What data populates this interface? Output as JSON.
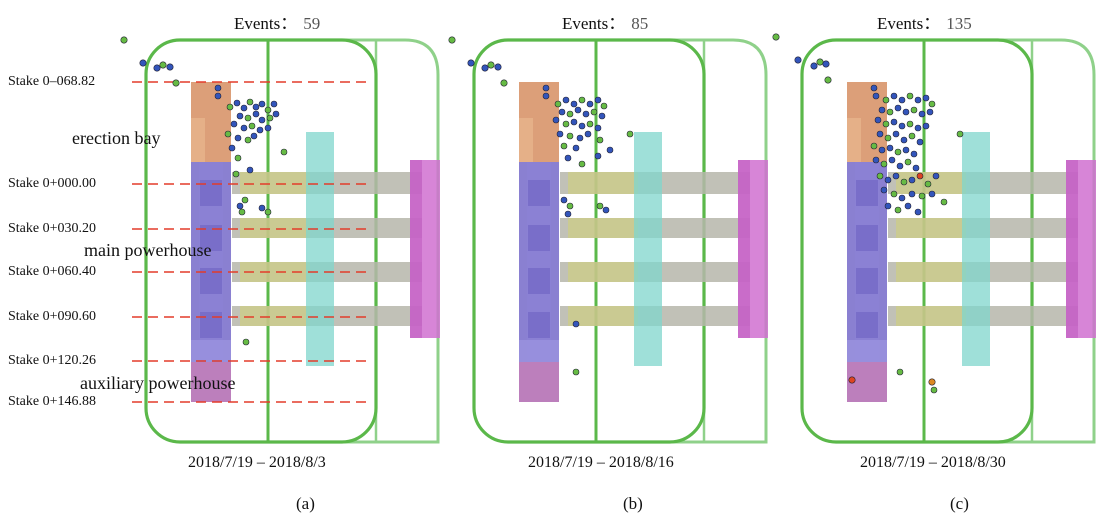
{
  "stakes": [
    "Stake 0–068.82",
    "Stake 0+000.00",
    "Stake 0+030.20",
    "Stake 0+060.40",
    "Stake 0+090.60",
    "Stake 0+120.26",
    "Stake 0+146.88"
  ],
  "zones": {
    "erection_bay": "erection bay",
    "main_powerhouse": "main powerhouse",
    "auxiliary_powerhouse": "auxiliary powerhouse"
  },
  "events_label": "Events：",
  "panels": [
    {
      "caption": "(a)",
      "events": "59",
      "date_range": "2018/7/19 – 2018/8/3"
    },
    {
      "caption": "(b)",
      "events": "85",
      "date_range": "2018/7/19 – 2018/8/16"
    },
    {
      "caption": "(c)",
      "events": "135",
      "date_range": "2018/7/19 – 2018/8/30"
    }
  ],
  "colors": {
    "outline_green": "#5bb84a",
    "outline_light_green": "#8fd18a",
    "erection_bay": "#d8956a",
    "main_powerhouse": "#7d72cc",
    "auxiliary_powerhouse": "#b878b8",
    "tunnel": "#b6b6aa",
    "tunnel_ring": "#cfcf5a",
    "shaft": "#7fd6cc",
    "pink_block": "#d070d0",
    "event_blue": "#3355bb",
    "event_green": "#66bb44",
    "event_red": "#dd4422",
    "dash_red": "#e33c2a"
  }
}
